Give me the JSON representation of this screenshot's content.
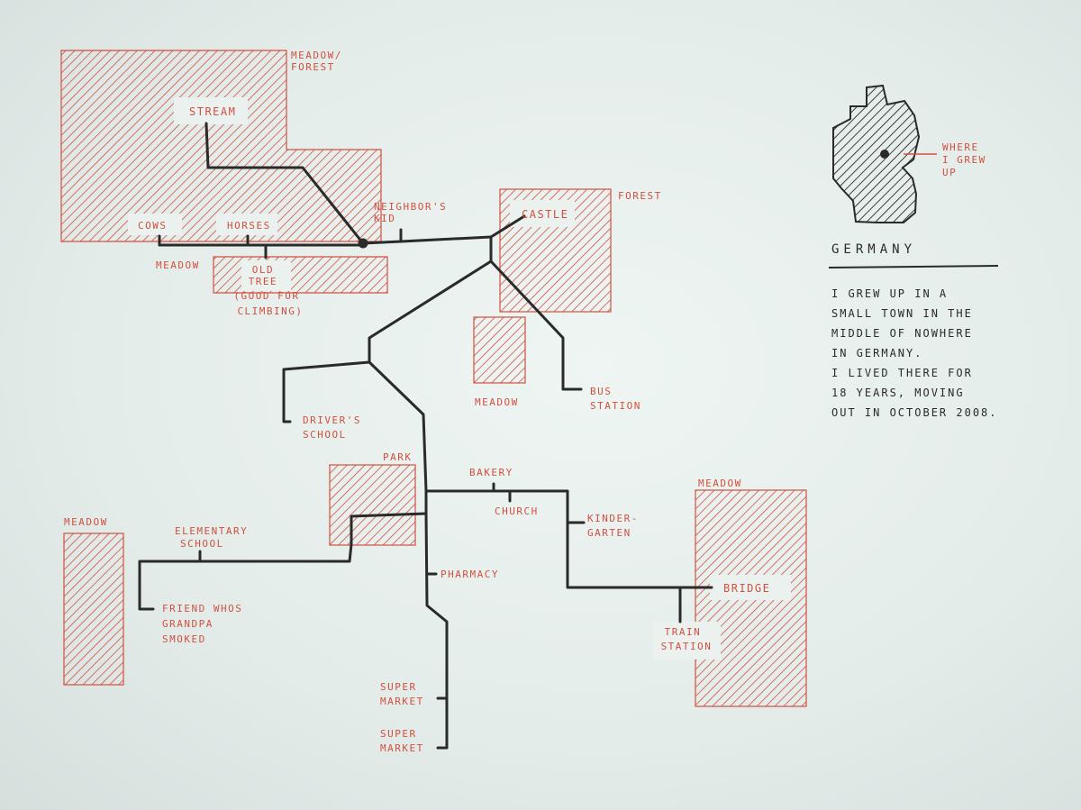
{
  "map": {
    "colors": {
      "paper": "#e6eeec",
      "red_ink": "#d2503f",
      "black_ink": "#2a2a2a"
    },
    "areas": {
      "meadow_forest_label": "MEADOW / FOREST",
      "meadow_top_label": "MEADOW",
      "forest_label": "FOREST",
      "meadow_center_label": "MEADOW",
      "park_label": "PARK",
      "meadow_left_label": "MEADOW",
      "meadow_right_label": "MEADOW"
    },
    "places": {
      "stream": "STREAM",
      "cows": "COWS",
      "horses": "HORSES",
      "neighbors_kid": "NEIGHBOR'S KID",
      "old_tree": "OLD TREE (GOOD FOR CLIMBING)",
      "castle": "CASTLE",
      "bus_station": "BUS STATION",
      "drivers_school": "DRIVER'S SCHOOL",
      "bakery": "BAKERY",
      "church": "CHURCH",
      "kindergarten": "KINDER- GARTEN",
      "elementary_school": "ELEMENTARY SCHOOL",
      "pharmacy": "PHARMACY",
      "friend": "FRIEND WHOS GRANDPA SMOKED",
      "bridge": "BRIDGE",
      "train_station": "TRAIN STATION",
      "supermarket_1": "SUPER MARKET",
      "supermarket_2": "SUPER MARKET"
    }
  },
  "inset": {
    "country_label": "GERMANY",
    "marker_label": "WHERE I GREW UP",
    "description": "I GREW UP IN A SMALL TOWN IN THE MIDDLE OF NOWHERE IN GERMANY. I LIVED THERE FOR 18 YEARS, MOVING OUT IN OCTOBER 2008."
  }
}
